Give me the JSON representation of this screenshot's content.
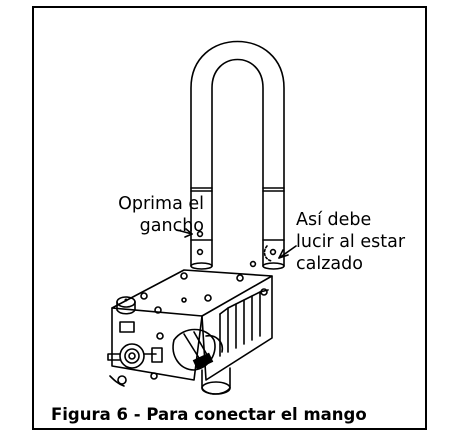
{
  "figure": {
    "callout_press": [
      "Oprima el",
      "gancho"
    ],
    "callout_fitted": [
      "Así debe",
      "lucir al estar",
      "calzado"
    ],
    "caption": "Figura 6 - Para conectar el mango"
  }
}
